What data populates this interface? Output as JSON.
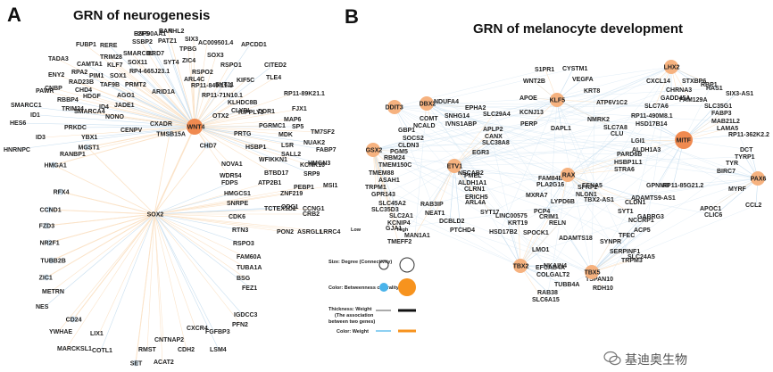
{
  "panel_a": {
    "letter": "A",
    "title": "GRN of neurogenesis",
    "hubs": [
      {
        "label": "WNT4",
        "role": "major"
      },
      {
        "label": "SOX2",
        "role": "major"
      },
      {
        "label": "TMSB15A",
        "role": "minor"
      },
      {
        "label": "HMGA1",
        "role": "minor"
      },
      {
        "label": "RFX4",
        "role": "minor"
      },
      {
        "label": "CCND1",
        "role": "minor"
      },
      {
        "label": "TUBB2B",
        "role": "minor"
      },
      {
        "label": "MGST1",
        "role": "minor"
      },
      {
        "label": "NR2F1",
        "role": "minor"
      },
      {
        "label": "FZD3",
        "role": "minor"
      },
      {
        "label": "CD24",
        "role": "minor"
      },
      {
        "label": "ZIC1",
        "role": "minor"
      },
      {
        "label": "CHD7",
        "role": "minor"
      },
      {
        "label": "SET",
        "role": "minor"
      }
    ],
    "genes": [
      "E2F5",
      "BARHL2",
      "SSBP2",
      "PATZ1",
      "SIX3",
      "FUBP1",
      "RERE",
      "TPBG",
      "AC009501.4",
      "APCDD1",
      "TRIM28",
      "SMARCD1",
      "BRD7",
      "SOX3",
      "TADA3",
      "CAMTA1",
      "KLF7",
      "SOX11",
      "SYT4",
      "ZIC4",
      "ENY2",
      "RPA2",
      "PIM1",
      "SOX1",
      "RP4-665J23.1",
      "RSPO2",
      "RSPO1",
      "CITED2",
      "CNBP",
      "RAD23B",
      "TAF9B",
      "PRMT2",
      "ARL4C",
      "RP11-849I19.1",
      "KIF5C",
      "PAWR",
      "CHD4",
      "SYT11",
      "TLE4",
      "RBBP4",
      "HDGF",
      "AGO1",
      "ARID1A",
      "RP11-71N10.1",
      "RP11-89K21.1",
      "SMARCC1",
      "TRIM24",
      "ID4",
      "JADE1",
      "KLHDC8B",
      "FJX1",
      "ID1",
      "SMARCA4",
      "NONO",
      "CLYBL",
      "RIPPLY3",
      "DDR1",
      "HES6",
      "OTX2",
      "MAP6",
      "PRKDC",
      "CENPV",
      "PGRMC1",
      "SP5",
      "TM7SF2",
      "ID3",
      "YBX1",
      "PRTG",
      "MDK",
      "HNRNPC",
      "HSBP1",
      "LSR",
      "NUAK2",
      "RANBP1",
      "SALL2",
      "FABP7",
      "WFIKKN1",
      "KCNK10",
      "HMGN3",
      "NOVA1",
      "BTBD17",
      "SRP9",
      "WDR54",
      "ATP2B1",
      "FDPS",
      "PEBP1",
      "MSI1",
      "HMGCS1",
      "ZNF219",
      "SNRPE",
      "ODC1",
      "CCNG1",
      "CDK6",
      "TCTEX1D2",
      "CRB2",
      "LRRC4",
      "RTN3",
      "PON2",
      "ASRGL1",
      "RSPO3",
      "METRN",
      "FAM60A",
      "NES",
      "TUBA1A",
      "BSG",
      "FEZ1",
      "YWHAE",
      "LIX1",
      "IGDCC3",
      "MARCKSL1",
      "PFN2",
      "FGFBP3",
      "CXCR4",
      "CNTNAP2",
      "COTL1",
      "RMST",
      "CDH2",
      "LSM4",
      "ACAT2",
      "CXADR",
      "HSP90AA1",
      "RAN"
    ]
  },
  "panel_b": {
    "letter": "B",
    "title": "GRN of melanocyte development",
    "hubs": [
      {
        "label": "DDIT3",
        "role": "node"
      },
      {
        "label": "DBX2",
        "role": "node"
      },
      {
        "label": "KLF5",
        "role": "node"
      },
      {
        "label": "LHX2",
        "role": "node"
      },
      {
        "label": "GSX2",
        "role": "node"
      },
      {
        "label": "ETV1",
        "role": "node"
      },
      {
        "label": "MITF",
        "role": "major"
      },
      {
        "label": "RAX",
        "role": "node"
      },
      {
        "label": "PAX6",
        "role": "node"
      },
      {
        "label": "TBX5",
        "role": "node"
      },
      {
        "label": "TBX2",
        "role": "node"
      }
    ],
    "genes": [
      "S1PR1",
      "CYSTM1",
      "WNT2B",
      "VEGFA",
      "CXCL14",
      "STXBP6",
      "RBP1",
      "NDUFA4",
      "APOE",
      "KRT8",
      "CHRNA3",
      "HAS1",
      "EPHA2",
      "KCNJ13",
      "ATP6V1C2",
      "GADD45A",
      "FAM129A",
      "SIX3-AS1",
      "COMT",
      "SNHG14",
      "SLC29A4",
      "NMRK2",
      "SLC7A6",
      "SLC35G1",
      "NCALD",
      "IVNS1ABP",
      "PERP",
      "RP11-490M8.1",
      "FABP3",
      "GBP1",
      "APLP2",
      "DAPL1",
      "SLC7A8",
      "HSD17B14",
      "MAB21L2",
      "SOCS2",
      "CANX",
      "CLU",
      "LAMA5",
      "CLDN3",
      "LGI1",
      "RP11-362K2.2",
      "PGM5",
      "SLC38A8",
      "ALDH1A3",
      "DCT",
      "RBM24",
      "EGR3",
      "PARD6B",
      "TYRP1",
      "TMEM150C",
      "NECAB2",
      "HSBP1L1",
      "TYR",
      "TMEM88",
      "PMEL",
      "STRA6",
      "BIRC7",
      "ASAH1",
      "ALDH1A1",
      "FAM84B",
      "PLA2G16",
      "EFNA5",
      "RP11-85G21.2",
      "TRPM1",
      "CLRN1",
      "SFRP2",
      "GPNMB",
      "MYRF",
      "GPR143",
      "ERICH5",
      "MXRA7",
      "NLGN1",
      "ADAMTS9-AS1",
      "APOC1",
      "CCL2",
      "SLC45A2",
      "ARL4A",
      "LYPD6B",
      "TBX2-AS1",
      "CLDN1",
      "CLIC6",
      "SLC35D3",
      "RAB3IP",
      "SYT17",
      "PCP4",
      "SYT1",
      "SLC2A1",
      "NEAT1",
      "LINC00575",
      "CRIM1",
      "GABRG3",
      "KCNIP4",
      "DCBLD2",
      "KRT19",
      "NCCRP1",
      "GJA1",
      "PTCHD4",
      "RELN",
      "ACP5",
      "MAN1A1",
      "HSD17B2",
      "SPOCK1",
      "TFEC",
      "TMEFF2",
      "ADAMTS18",
      "SYNPR",
      "LMO1",
      "SERPINF1",
      "NKAIN4",
      "SLC24A5",
      "EFCAB4A",
      "TRPM3",
      "COLGALT2",
      "TSPAN10",
      "TUBB4A",
      "RDH10",
      "RAB38",
      "SLC6A15"
    ]
  },
  "legend": {
    "size_label": "Size: Degree (Connectivity)",
    "low_label": "Low",
    "high_label": "High",
    "color_label": "Color: Betweenness centrality",
    "thickness_label": "Thickness: Weight (The association between two genes)",
    "edgecolor_label": "Color: Weight"
  },
  "colors": {
    "edge_light": "#fbe3c8",
    "edge_blue": "#c9dff0",
    "node_orange": "#f6b27f",
    "node_hub": "#f08a50",
    "legend_blue": "#4ab3ea",
    "legend_orange": "#f7931e"
  },
  "watermark": {
    "text": "基迪奥生物",
    "icon": "wechat-icon"
  }
}
